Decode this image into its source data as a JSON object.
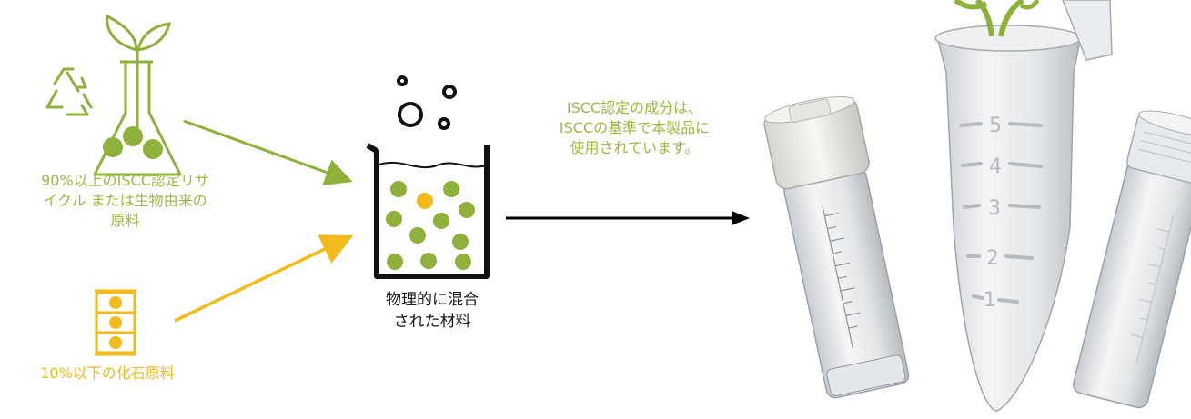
{
  "colors": {
    "green": "#8DB13B",
    "green_text": "#9BBB3F",
    "yellow": "#F2BA1A",
    "black": "#000000"
  },
  "icons": [
    "recycle-icon",
    "flask-with-sprout-icon",
    "oil-barrel-icon",
    "beaker-icon",
    "bubbles-icon",
    "centrifuge-tube-icon",
    "microtube-icon",
    "cryovial-icon"
  ],
  "sources": {
    "recycled": {
      "line1": "90%以上のISCC認定リサ",
      "line2": "イクル または生物由来の",
      "line3": "原料"
    },
    "fossil": {
      "label": "10%以下の化石原料"
    }
  },
  "mix": {
    "line1": "物理的に混合",
    "line2": "された材料"
  },
  "iscc_note": {
    "line1": "ISCC認定の成分は、",
    "line2": "ISCCの基準で本製品に",
    "line3": "使用されています。"
  },
  "products": {
    "microtube_scale": [
      "5",
      "4",
      "3",
      "2",
      "1"
    ]
  }
}
